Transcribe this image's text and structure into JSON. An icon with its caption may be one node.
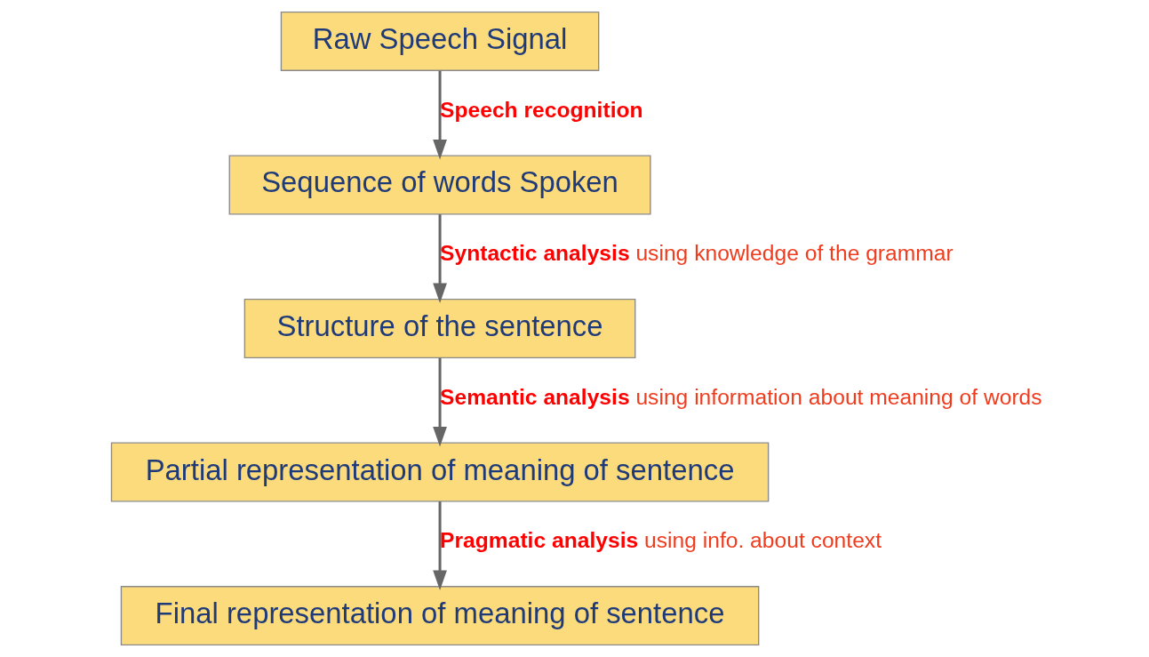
{
  "diagram": {
    "nodes": [
      {
        "text": [
          "Raw Speech Signal"
        ]
      },
      {
        "text": [
          "Sequence of words Spoken"
        ]
      },
      {
        "text": [
          "Structure of the sentence"
        ]
      },
      {
        "text": [
          "Partial representation of meaning of sentence"
        ]
      },
      {
        "text": [
          "Final representation of meaning of sentence"
        ]
      }
    ],
    "edges": [
      {
        "from": 0,
        "to": 1,
        "arrow": "to",
        "label": "**Speech recognition**"
      },
      {
        "from": 1,
        "to": 2,
        "arrow": "to",
        "label": "**Syntactic analysis** using knowledge of the grammar"
      },
      {
        "from": 2,
        "to": 3,
        "arrow": "to",
        "label": "**Semantic analysis** using information about meaning of words"
      },
      {
        "from": 3,
        "to": 4,
        "arrow": "to",
        "label": "**Pragmatic analysis** using info. about context"
      }
    ]
  }
}
